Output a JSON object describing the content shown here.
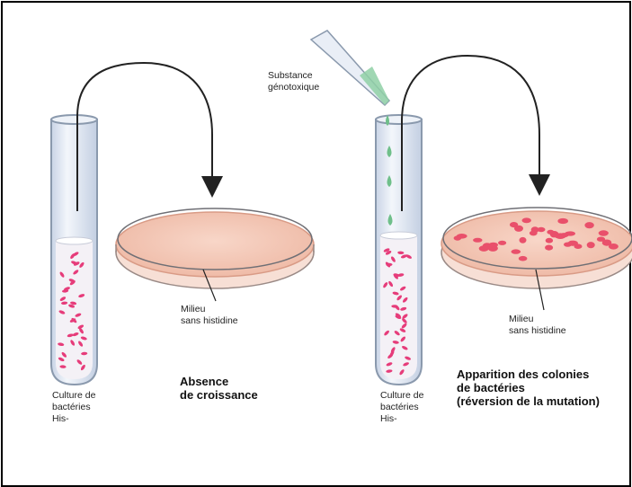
{
  "labels": {
    "substance_line1": "Substance",
    "substance_line2": "génotoxique",
    "left_culture_1": "Culture de",
    "left_culture_2": "bactéries",
    "left_culture_3": "His-",
    "right_culture_1": "Culture de",
    "right_culture_2": "bactéries",
    "right_culture_3": "His-",
    "left_medium_1": "Milieu",
    "left_medium_2": "sans histidine",
    "right_medium_1": "Milieu",
    "right_medium_2": "sans histidine",
    "left_result_1": "Absence",
    "left_result_2": "de croissance",
    "right_result_1": "Apparition des colonies",
    "right_result_2": "de bactéries",
    "right_result_3": "(réversion de la mutation)"
  },
  "colors": {
    "tube_glass": "#dfe7f2",
    "tube_outline": "#8a99ad",
    "bacteria": "#e63c7a",
    "agar": "#f3c7b6",
    "agar_edge": "#e0a690",
    "colony": "#e9506b",
    "arrow": "#222222",
    "droplet": "#6fbf8a",
    "frame": "#000000"
  }
}
